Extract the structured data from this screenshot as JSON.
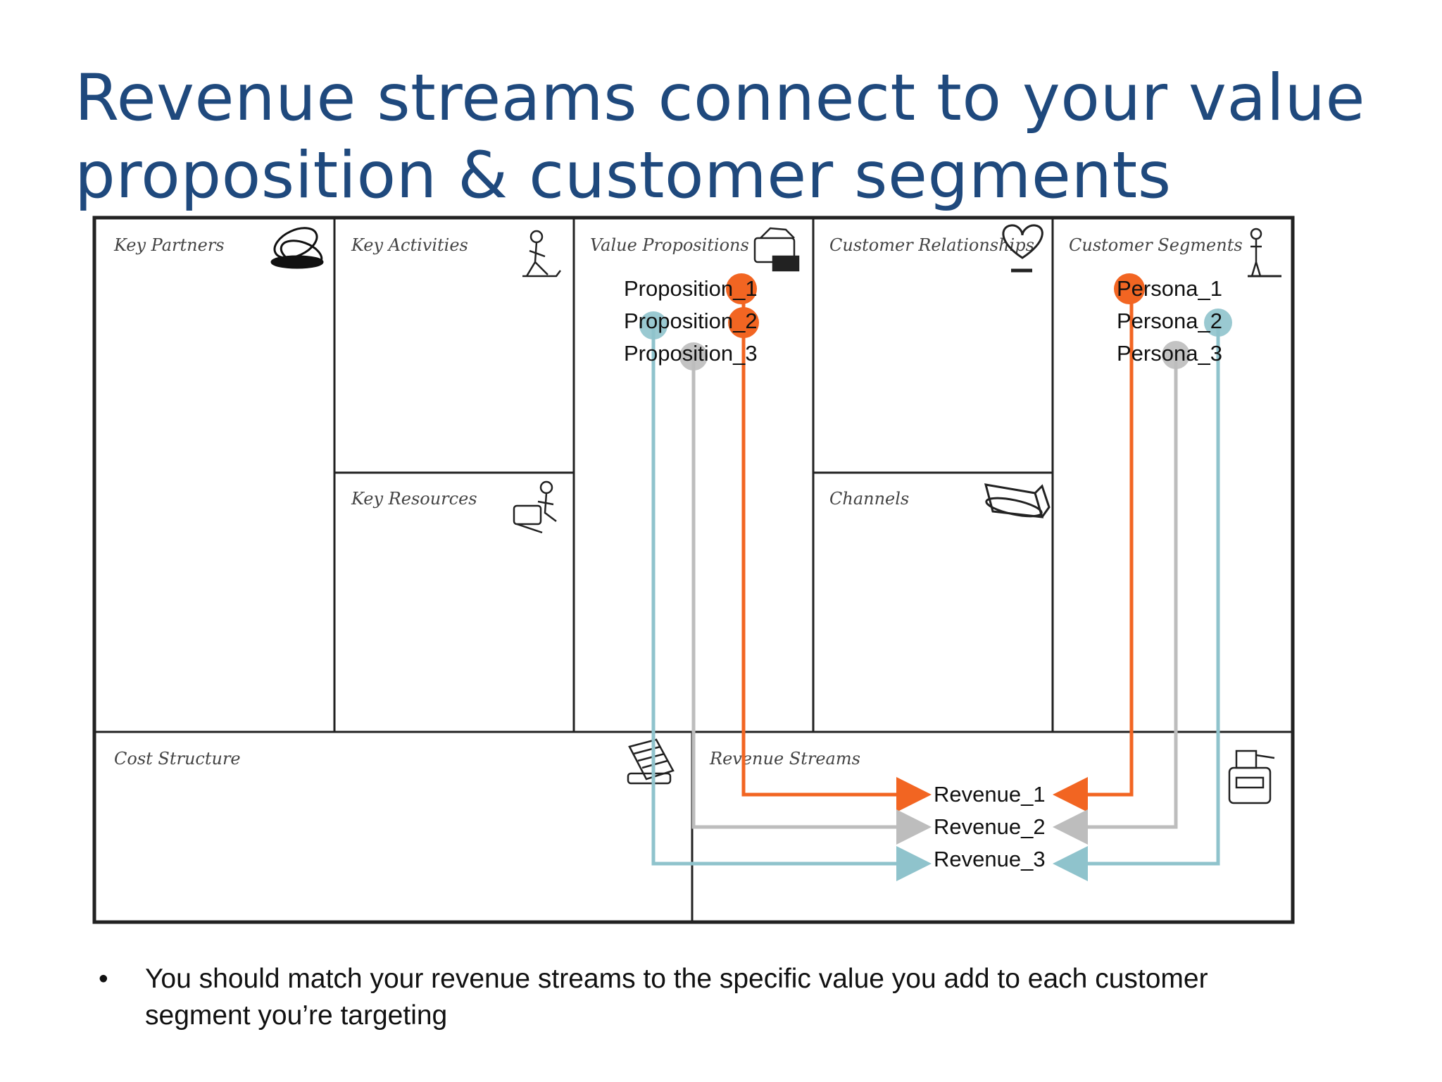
{
  "slide": {
    "title_line1": "Revenue streams connect to your value",
    "title_line2": "proposition & customer segments"
  },
  "canvas": {
    "cells": {
      "key_partners": "Key Partners",
      "key_activities": "Key Activities",
      "key_resources": "Key Resources",
      "value_propositions": "Value Propositions",
      "customer_relationships": "Customer Relationships",
      "channels": "Channels",
      "customer_segments": "Customer Segments",
      "cost_structure": "Cost Structure",
      "revenue_streams": "Revenue Streams"
    },
    "propositions": [
      "Proposition_1",
      "Proposition_2",
      "Proposition_3"
    ],
    "personas": [
      "Persona_1",
      "Persona_2",
      "Persona_3"
    ],
    "revenues": [
      "Revenue_1",
      "Revenue_2",
      "Revenue_3"
    ],
    "colors": {
      "stream_1": "#f26522",
      "stream_2": "#bdbdbd",
      "stream_3": "#8fc3cc",
      "border": "#222222",
      "title": "#1f497d"
    },
    "icons": [
      "chain-link-icon",
      "worker-icon",
      "gift-icon",
      "heart-icon",
      "person-icon",
      "factory-worker-icon",
      "truck-icon",
      "cash-register-icon",
      "register-receipt-icon"
    ]
  },
  "bullets": [
    "You should match your revenue streams to the specific value you add to each customer segment you’re targeting"
  ]
}
